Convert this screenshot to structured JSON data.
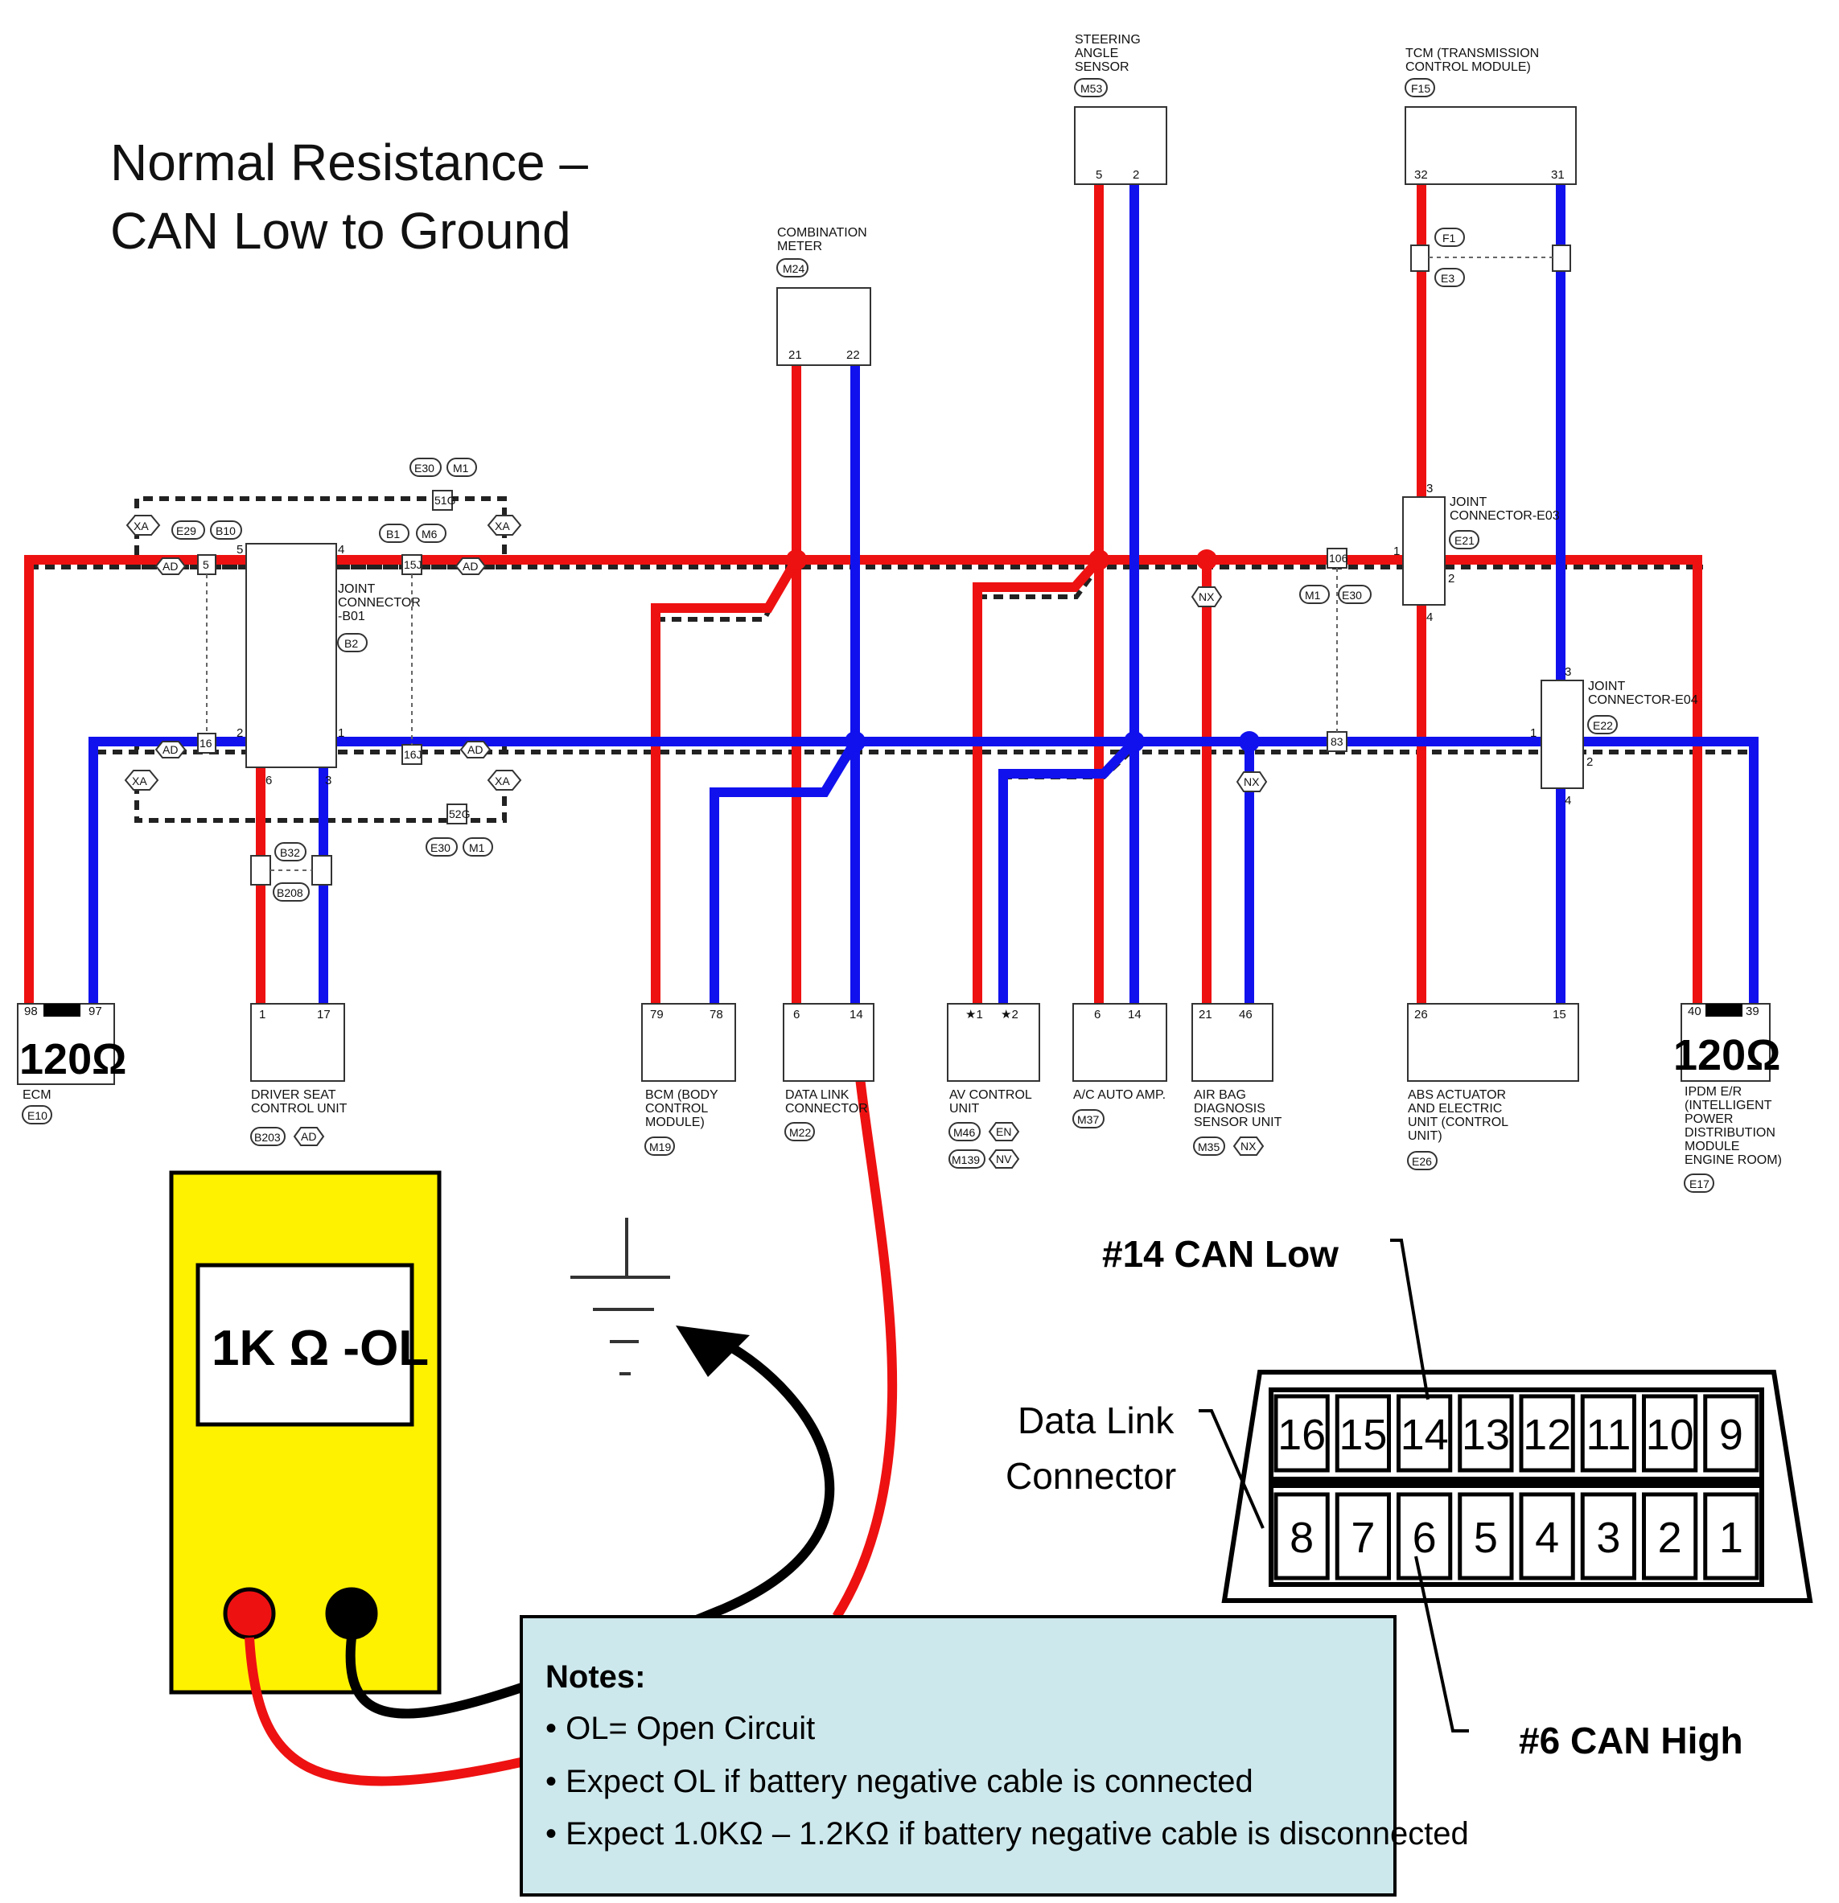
{
  "title": {
    "line1": "Normal Resistance –",
    "line2": "CAN Low to Ground"
  },
  "colors": {
    "can_high": "#ee1111",
    "can_low": "#1111ee",
    "meter_body": "#fff200",
    "notes_bg": "#cde8ec"
  },
  "top_modules": {
    "steering": {
      "name1": "STEERING",
      "name2": "ANGLE",
      "name3": "SENSOR",
      "tag": "M53",
      "pin_high": "5",
      "pin_low": "2"
    },
    "tcm": {
      "name1": "TCM (TRANSMISSION",
      "name2": "CONTROL MODULE)",
      "tag": "F15",
      "pin_high": "32",
      "pin_low": "31",
      "conn1": "F1",
      "conn2": "E3"
    },
    "meter": {
      "name1": "COMBINATION",
      "name2": "METER",
      "tag": "M24",
      "pin_high": "21",
      "pin_low": "22"
    }
  },
  "joints": {
    "b01": {
      "name1": "JOINT",
      "name2": "CONNECTOR",
      "name3": "-B01",
      "tag": "B2",
      "p5": "5",
      "p4": "4",
      "p2": "2",
      "p1": "1",
      "p6": "6",
      "p3": "3"
    },
    "e03": {
      "name1": "JOINT",
      "name2": "CONNECTOR-E03",
      "tag": "E21",
      "p3": "3",
      "p1": "1",
      "p2": "2",
      "p4": "4"
    },
    "e04": {
      "name1": "JOINT",
      "name2": "CONNECTOR-E04",
      "tag": "E22",
      "p3": "3",
      "p1": "1",
      "p2": "2",
      "p4": "4"
    }
  },
  "conn_tags": {
    "e30_top": "E30",
    "m1_top": "M1",
    "x51g": "51G",
    "xa1": "XA",
    "xa2": "XA",
    "xa3": "XA",
    "xa4": "XA",
    "e29": "E29",
    "b10": "B10",
    "b1": "B1",
    "m6": "M6",
    "ad1": "AD",
    "ad2": "AD",
    "ad3": "AD",
    "ad4": "AD",
    "p5": "5",
    "p15j": "15J",
    "p16": "16",
    "p16j": "16J",
    "x52g": "52G",
    "e30_bot": "E30",
    "m1_bot": "M1",
    "b32": "B32",
    "b208": "B208",
    "nx_mid": "NX",
    "nx_low": "NX",
    "m1_mid": "M1",
    "e30_mid": "E30",
    "p106": "106",
    "p83": "83"
  },
  "bottom_modules": {
    "ecm": {
      "pin_high": "98",
      "pin_low": "97",
      "ohm": "120Ω",
      "name1": "ECM",
      "tag": "E10"
    },
    "dscu": {
      "pin_high": "1",
      "pin_low": "17",
      "name1": "DRIVER SEAT",
      "name2": "CONTROL UNIT",
      "tag1": "B203",
      "tag2": "AD"
    },
    "bcm": {
      "pin_high": "79",
      "pin_low": "78",
      "name1": "BCM (BODY",
      "name2": "CONTROL",
      "name3": "MODULE)",
      "tag": "M19"
    },
    "dlc": {
      "pin_high": "6",
      "pin_low": "14",
      "name1": "DATA LINK",
      "name2": "CONNECTOR",
      "tag": "M22"
    },
    "av": {
      "pin_high": "★1",
      "pin_low": "★2",
      "name1": "AV CONTROL",
      "name2": "UNIT",
      "tag1": "M46",
      "tag2": "EN",
      "tag3": "M139",
      "tag4": "NV"
    },
    "ac": {
      "pin_high": "6",
      "pin_low": "14",
      "name1": "A/C AUTO AMP.",
      "tag": "M37"
    },
    "airbag": {
      "pin_high": "21",
      "pin_low": "46",
      "name1": "AIR BAG",
      "name2": "DIAGNOSIS",
      "name3": "SENSOR UNIT",
      "tag1": "M35",
      "tag2": "NX"
    },
    "abs": {
      "pin_high": "26",
      "pin_low": "15",
      "name1": "ABS ACTUATOR",
      "name2": "AND ELECTRIC",
      "name3": "UNIT (CONTROL",
      "name4": "UNIT)",
      "tag": "E26"
    },
    "ipdm": {
      "pin_high": "40",
      "pin_low": "39",
      "ohm": "120Ω",
      "name1": "IPDM E/R",
      "name2": "(INTELLIGENT",
      "name3": "POWER",
      "name4": "DISTRIBUTION",
      "name5": "MODULE",
      "name6": "ENGINE ROOM)",
      "tag": "E17"
    }
  },
  "meter": {
    "display": "1K Ω -OL"
  },
  "dlc_callout": {
    "can_low_label": "#14 CAN Low",
    "can_high_label": "#6 CAN High",
    "connector_label1": "Data Link",
    "connector_label2": "Connector",
    "top_row": [
      "16",
      "15",
      "14",
      "13",
      "12",
      "11",
      "10",
      "9"
    ],
    "bottom_row": [
      "8",
      "7",
      "6",
      "5",
      "4",
      "3",
      "2",
      "1"
    ]
  },
  "notes": {
    "heading": "Notes:",
    "items": [
      "• OL= Open Circuit",
      "• Expect OL if battery negative cable is connected",
      "• Expect 1.0KΩ – 1.2KΩ if battery negative cable is disconnected"
    ]
  }
}
